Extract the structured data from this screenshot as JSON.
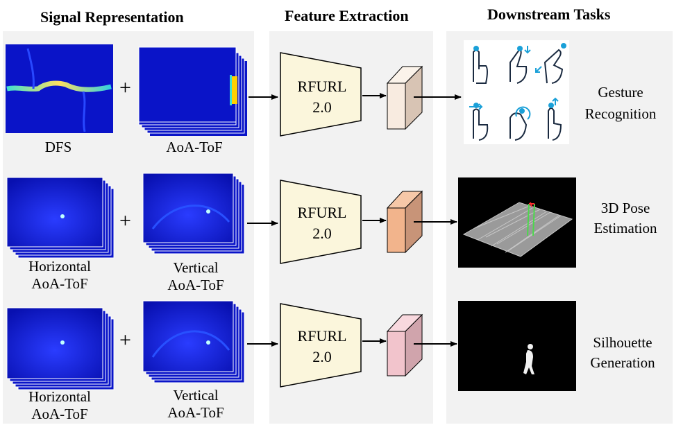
{
  "columns": {
    "signal": "Signal Representation",
    "feature": "Feature Extraction",
    "tasks": "Downstream Tasks"
  },
  "rows": [
    {
      "input_a": "DFS",
      "input_b": "AoA-ToF",
      "encoder": [
        "RFURL",
        "2.0"
      ],
      "task": [
        "Gesture",
        "Recognition"
      ],
      "feature_color": "#f8ebe0"
    },
    {
      "input_a": [
        "Horizontal",
        "AoA-ToF"
      ],
      "input_b": [
        "Vertical",
        "AoA-ToF"
      ],
      "encoder": [
        "RFURL",
        "2.0"
      ],
      "task": [
        "3D Pose",
        "Estimation"
      ],
      "feature_color": "#f2b48c"
    },
    {
      "input_a": [
        "Horizontal",
        "AoA-ToF"
      ],
      "input_b": [
        "Vertical",
        "AoA-ToF"
      ],
      "encoder": [
        "RFURL",
        "2.0"
      ],
      "task": [
        "Silhouette",
        "Generation"
      ],
      "feature_color": "#f2c4cc"
    }
  ],
  "plus_sign": "+",
  "colors": {
    "heatmap_bg": "#0a14c8",
    "encoder_fill": "#fbf6dc",
    "panel_bg": "#f2f2f2",
    "hand_icon": "#1aa0d8"
  }
}
